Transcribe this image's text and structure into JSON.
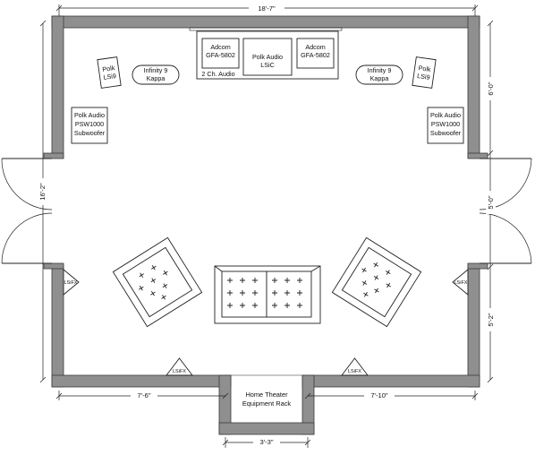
{
  "dimensions": {
    "top_width": "18'-7\"",
    "right_upper": "6'-0\"",
    "right_door": "5'-0\"",
    "right_lower": "5'-2\"",
    "left_height": "16'-2\"",
    "bottom_left": "7'-6\"",
    "bottom_right": "7'-10\"",
    "bottom_alcove": "3'-3\""
  },
  "equipment": {
    "amp_left": [
      "Adcom",
      "GFA-5802"
    ],
    "center_speaker": [
      "Polk Audio",
      "LSiC"
    ],
    "amp_right": [
      "Adcom",
      "GFA-5802"
    ],
    "two_channel_label": "2 Ch. Audio",
    "speaker_left_front": [
      "Polk",
      "LSi9"
    ],
    "speaker_right_front": [
      "Polk",
      "LSi9"
    ],
    "infinity_left": [
      "Infinity 9",
      "Kappa"
    ],
    "infinity_right": [
      "Infinity 9",
      "Kappa"
    ],
    "sub_left": [
      "Polk Audio",
      "PSW1000",
      "Subwoofer"
    ],
    "sub_right": [
      "Polk Audio",
      "PSW1000",
      "Subwoofer"
    ],
    "surround_left": "LSiFX",
    "surround_right": "LSiFX",
    "rear_left": "LSiFX",
    "rear_right": "LSiFX",
    "rack": [
      "Home Theater",
      "Equipment Rack"
    ]
  }
}
